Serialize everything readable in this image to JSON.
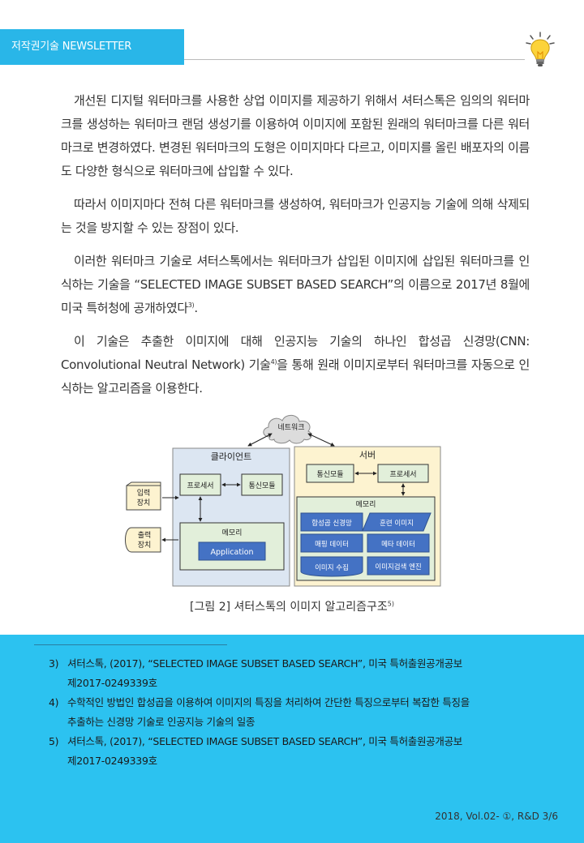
{
  "header": {
    "title": "저작권기술 NEWSLETTER"
  },
  "paragraphs": [
    {
      "text": "개선된 디지털 워터마크를 사용한 상업 이미지를 제공하기 위해서 셔터스톡은 임의의 워터마크를 생성하는 워터마크 랜덤 생성기를 이용하여 이미지에 포함된 원래의 워터마크를 다른 워터마크로 변경하였다. 변경된 워터마크의 도형은 이미지마다 다르고, 이미지를 올린 배포자의 이름도 다양한 형식으로 워터마크에 삽입할 수 있다.",
      "ref": ""
    },
    {
      "text": "따라서 이미지마다 전혀 다른 워터마크를 생성하여, 워터마크가 인공지능 기술에 의해 삭제되는 것을 방지할 수 있는 장점이 있다.",
      "ref": ""
    },
    {
      "text": "이러한 워터마크 기술로 셔터스톡에서는 워터마크가 삽입된 이미지에 삽입된 워터마크를 인식하는 기술을 “SELECTED IMAGE SUBSET BASED SEARCH”의 이름으로 2017년 8월에 미국 특허청에 공개하였다",
      "ref": "3)",
      "tail": "."
    },
    {
      "text": "이 기술은 추출한 이미지에 대해 인공지능 기술의 하나인 합성곱 신경망(CNN: Convolutional Neutral Network) 기술",
      "ref": "4)",
      "tail": "을 통해 원래 이미지로부터 워터마크를 자동으로 인식하는 알고리즘을 이용한다."
    }
  ],
  "figure": {
    "network": "네트워크",
    "client": {
      "title": "클라이언트",
      "processor": "프로세서",
      "comm": "통신모듈",
      "memory": "메모리",
      "app": "Application"
    },
    "server": {
      "title": "서버",
      "comm": "통신모듈",
      "processor": "프로세서",
      "memory": "메모리",
      "cnn": "합성곱 신경망",
      "train": "훈련 이미지",
      "mapping": "매핑 데이터",
      "meta": "메타 데이터",
      "collect": "이미지 수집",
      "engine": "이미지검색 엔진"
    },
    "input": [
      "입력",
      "장치"
    ],
    "output": [
      "출력",
      "장치"
    ]
  },
  "caption": {
    "text": "[그림 2] 셔터스톡의 이미지 알고리즘구조",
    "ref": "5)"
  },
  "footnotes": [
    {
      "num": "3)",
      "lines": [
        "셔터스톡, (2017), “SELECTED IMAGE SUBSET BASED SEARCH”, 미국 특허출원공개공보",
        "제2017-0249339호"
      ]
    },
    {
      "num": "4)",
      "lines": [
        "수학적인 방법인 합성곱을 이용하여 이미지의 특징을 처리하여 간단한 특징으로부터 복잡한 특징을",
        "추출하는 신경망 기술로 인공지능 기술의 일종"
      ]
    },
    {
      "num": "5)",
      "lines": [
        "셔터스톡, (2017), “SELECTED IMAGE SUBSET BASED SEARCH”, 미국 특허출원공개공보",
        "제2017-0249339호"
      ]
    }
  ],
  "page_label": "2018, Vol.02- ①, R&D 3/6",
  "colors": {
    "accent": "#29b6e8",
    "footer": "#2cc2f0",
    "client_bg": "#dce6f2",
    "server_bg": "#fdf3d0",
    "box_blue": "#4472c4"
  }
}
